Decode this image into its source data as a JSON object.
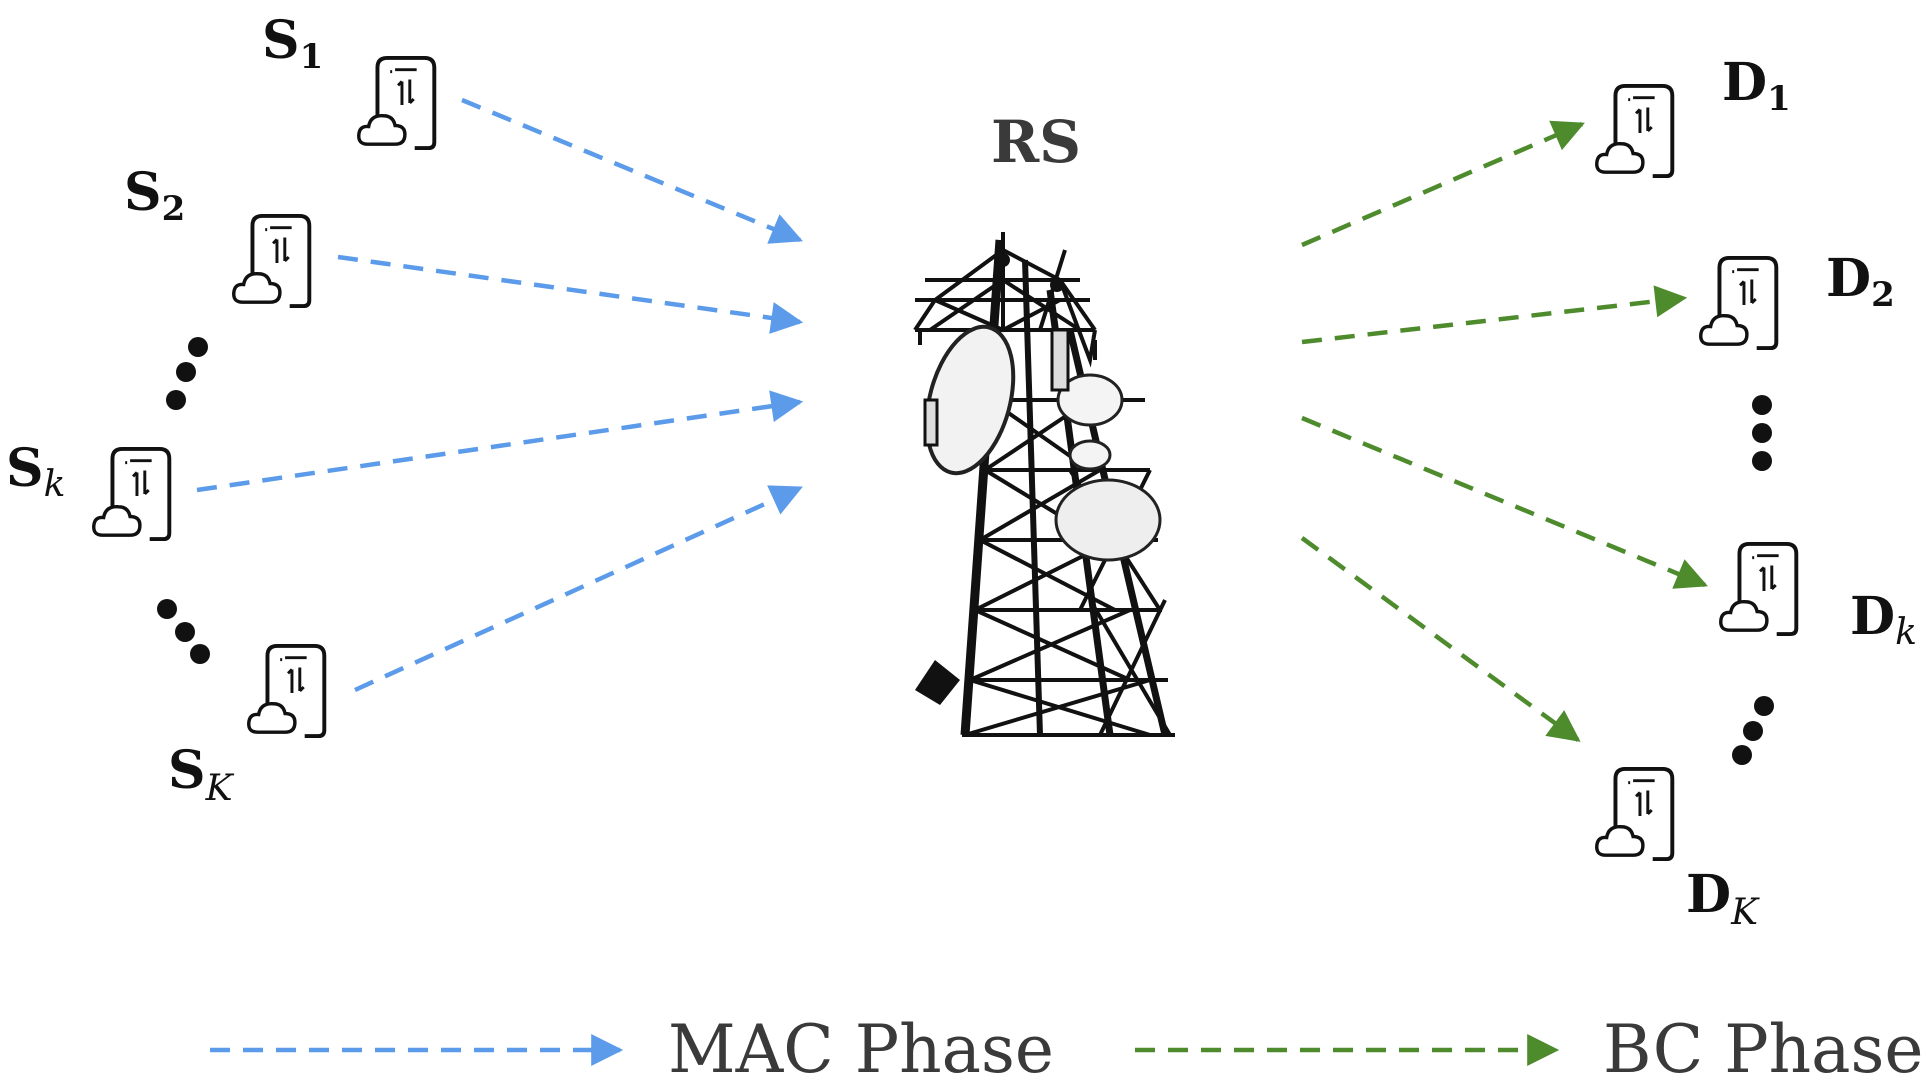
{
  "colors": {
    "mac": "#5b9bea",
    "bc": "#4e8b2d"
  },
  "relay": {
    "label": "RS",
    "icon": "cell-tower-icon"
  },
  "sources": [
    {
      "main": "S",
      "sub": "1",
      "sub_style": "bold"
    },
    {
      "main": "S",
      "sub": "2",
      "sub_style": "bold"
    },
    {
      "main": "S",
      "sub": "k",
      "sub_style": "italic"
    },
    {
      "main": "S",
      "sub": "K",
      "sub_style": "italic"
    }
  ],
  "destinations": [
    {
      "main": "D",
      "sub": "1",
      "sub_style": "bold"
    },
    {
      "main": "D",
      "sub": "2",
      "sub_style": "bold"
    },
    {
      "main": "D",
      "sub": "k",
      "sub_style": "italic"
    },
    {
      "main": "D",
      "sub": "K",
      "sub_style": "italic"
    }
  ],
  "device_icon": "mobile-device-cloud-icon",
  "legend": {
    "mac_label": "MAC Phase",
    "bc_label": "BC Phase"
  }
}
